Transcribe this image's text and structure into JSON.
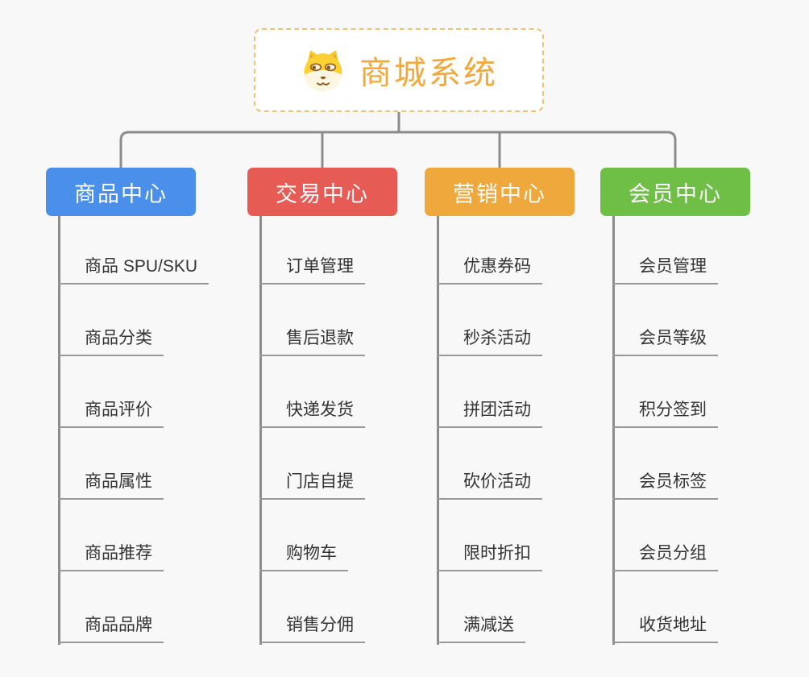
{
  "canvas": {
    "background_color": "#f8f8f8",
    "connector_color": "#8c8c8c",
    "leaf_underline_color": "#989898",
    "leaf_text_color": "#333333"
  },
  "root": {
    "label": "商城系统",
    "icon": "dog-face-icon",
    "text_color": "#f2a93b",
    "border_color": "#eec173",
    "background": "#ffffff"
  },
  "branches": [
    {
      "label": "商品中心",
      "color": "#4a8fe9",
      "items": [
        "商品 SPU/SKU",
        "商品分类",
        "商品评价",
        "商品属性",
        "商品推荐",
        "商品品牌"
      ]
    },
    {
      "label": "交易中心",
      "color": "#e65c55",
      "items": [
        "订单管理",
        "售后退款",
        "快递发货",
        "门店自提",
        "购物车",
        "销售分佣"
      ]
    },
    {
      "label": "营销中心",
      "color": "#efa83c",
      "items": [
        "优惠券码",
        "秒杀活动",
        "拼团活动",
        "砍价活动",
        "限时折扣",
        "满减送"
      ]
    },
    {
      "label": "会员中心",
      "color": "#6fbe45",
      "items": [
        "会员管理",
        "会员等级",
        "积分签到",
        "会员标签",
        "会员分组",
        "收货地址"
      ]
    }
  ]
}
